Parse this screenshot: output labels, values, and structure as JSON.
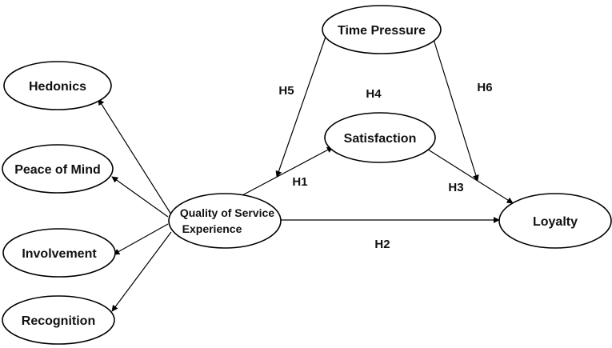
{
  "nodes": {
    "hedonics": "Hedonics",
    "peace_of_mind": "Peace of Mind",
    "involvement": "Involvement",
    "recognition": "Recognition",
    "qse_line1": "Quality of Service",
    "qse_line2": "Experience",
    "time_pressure": "Time Pressure",
    "satisfaction": "Satisfaction",
    "loyalty": "Loyalty"
  },
  "hypotheses": {
    "h1": "H1",
    "h2": "H2",
    "h3": "H3",
    "h4": "H4",
    "h5": "H5",
    "h6": "H6"
  }
}
